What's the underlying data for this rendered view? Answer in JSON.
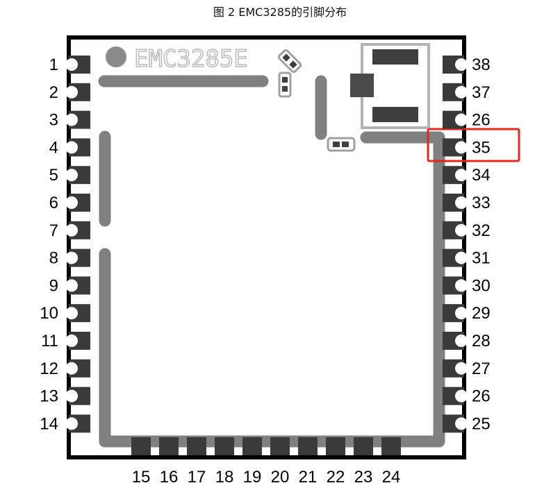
{
  "caption": "图 2 EMC3285的引脚分布",
  "chip_marking": "EMC3285E",
  "left_pins": [
    "1",
    "2",
    "3",
    "4",
    "5",
    "6",
    "7",
    "8",
    "9",
    "10",
    "11",
    "12",
    "13",
    "14"
  ],
  "right_pins": [
    "38",
    "37",
    "26",
    "35",
    "34",
    "33",
    "32",
    "31",
    "30",
    "29",
    "28",
    "27",
    "26",
    "25"
  ],
  "bottom_pins": [
    "15",
    "16",
    "17",
    "18",
    "19",
    "20",
    "21",
    "22",
    "23",
    "24"
  ],
  "highlight_pin": "35",
  "colors": {
    "outline": "#000000",
    "pad": "#3a3a3a",
    "trace": "#808080",
    "silkscreen": "#bdbdbd",
    "highlight": "#e8261c"
  }
}
